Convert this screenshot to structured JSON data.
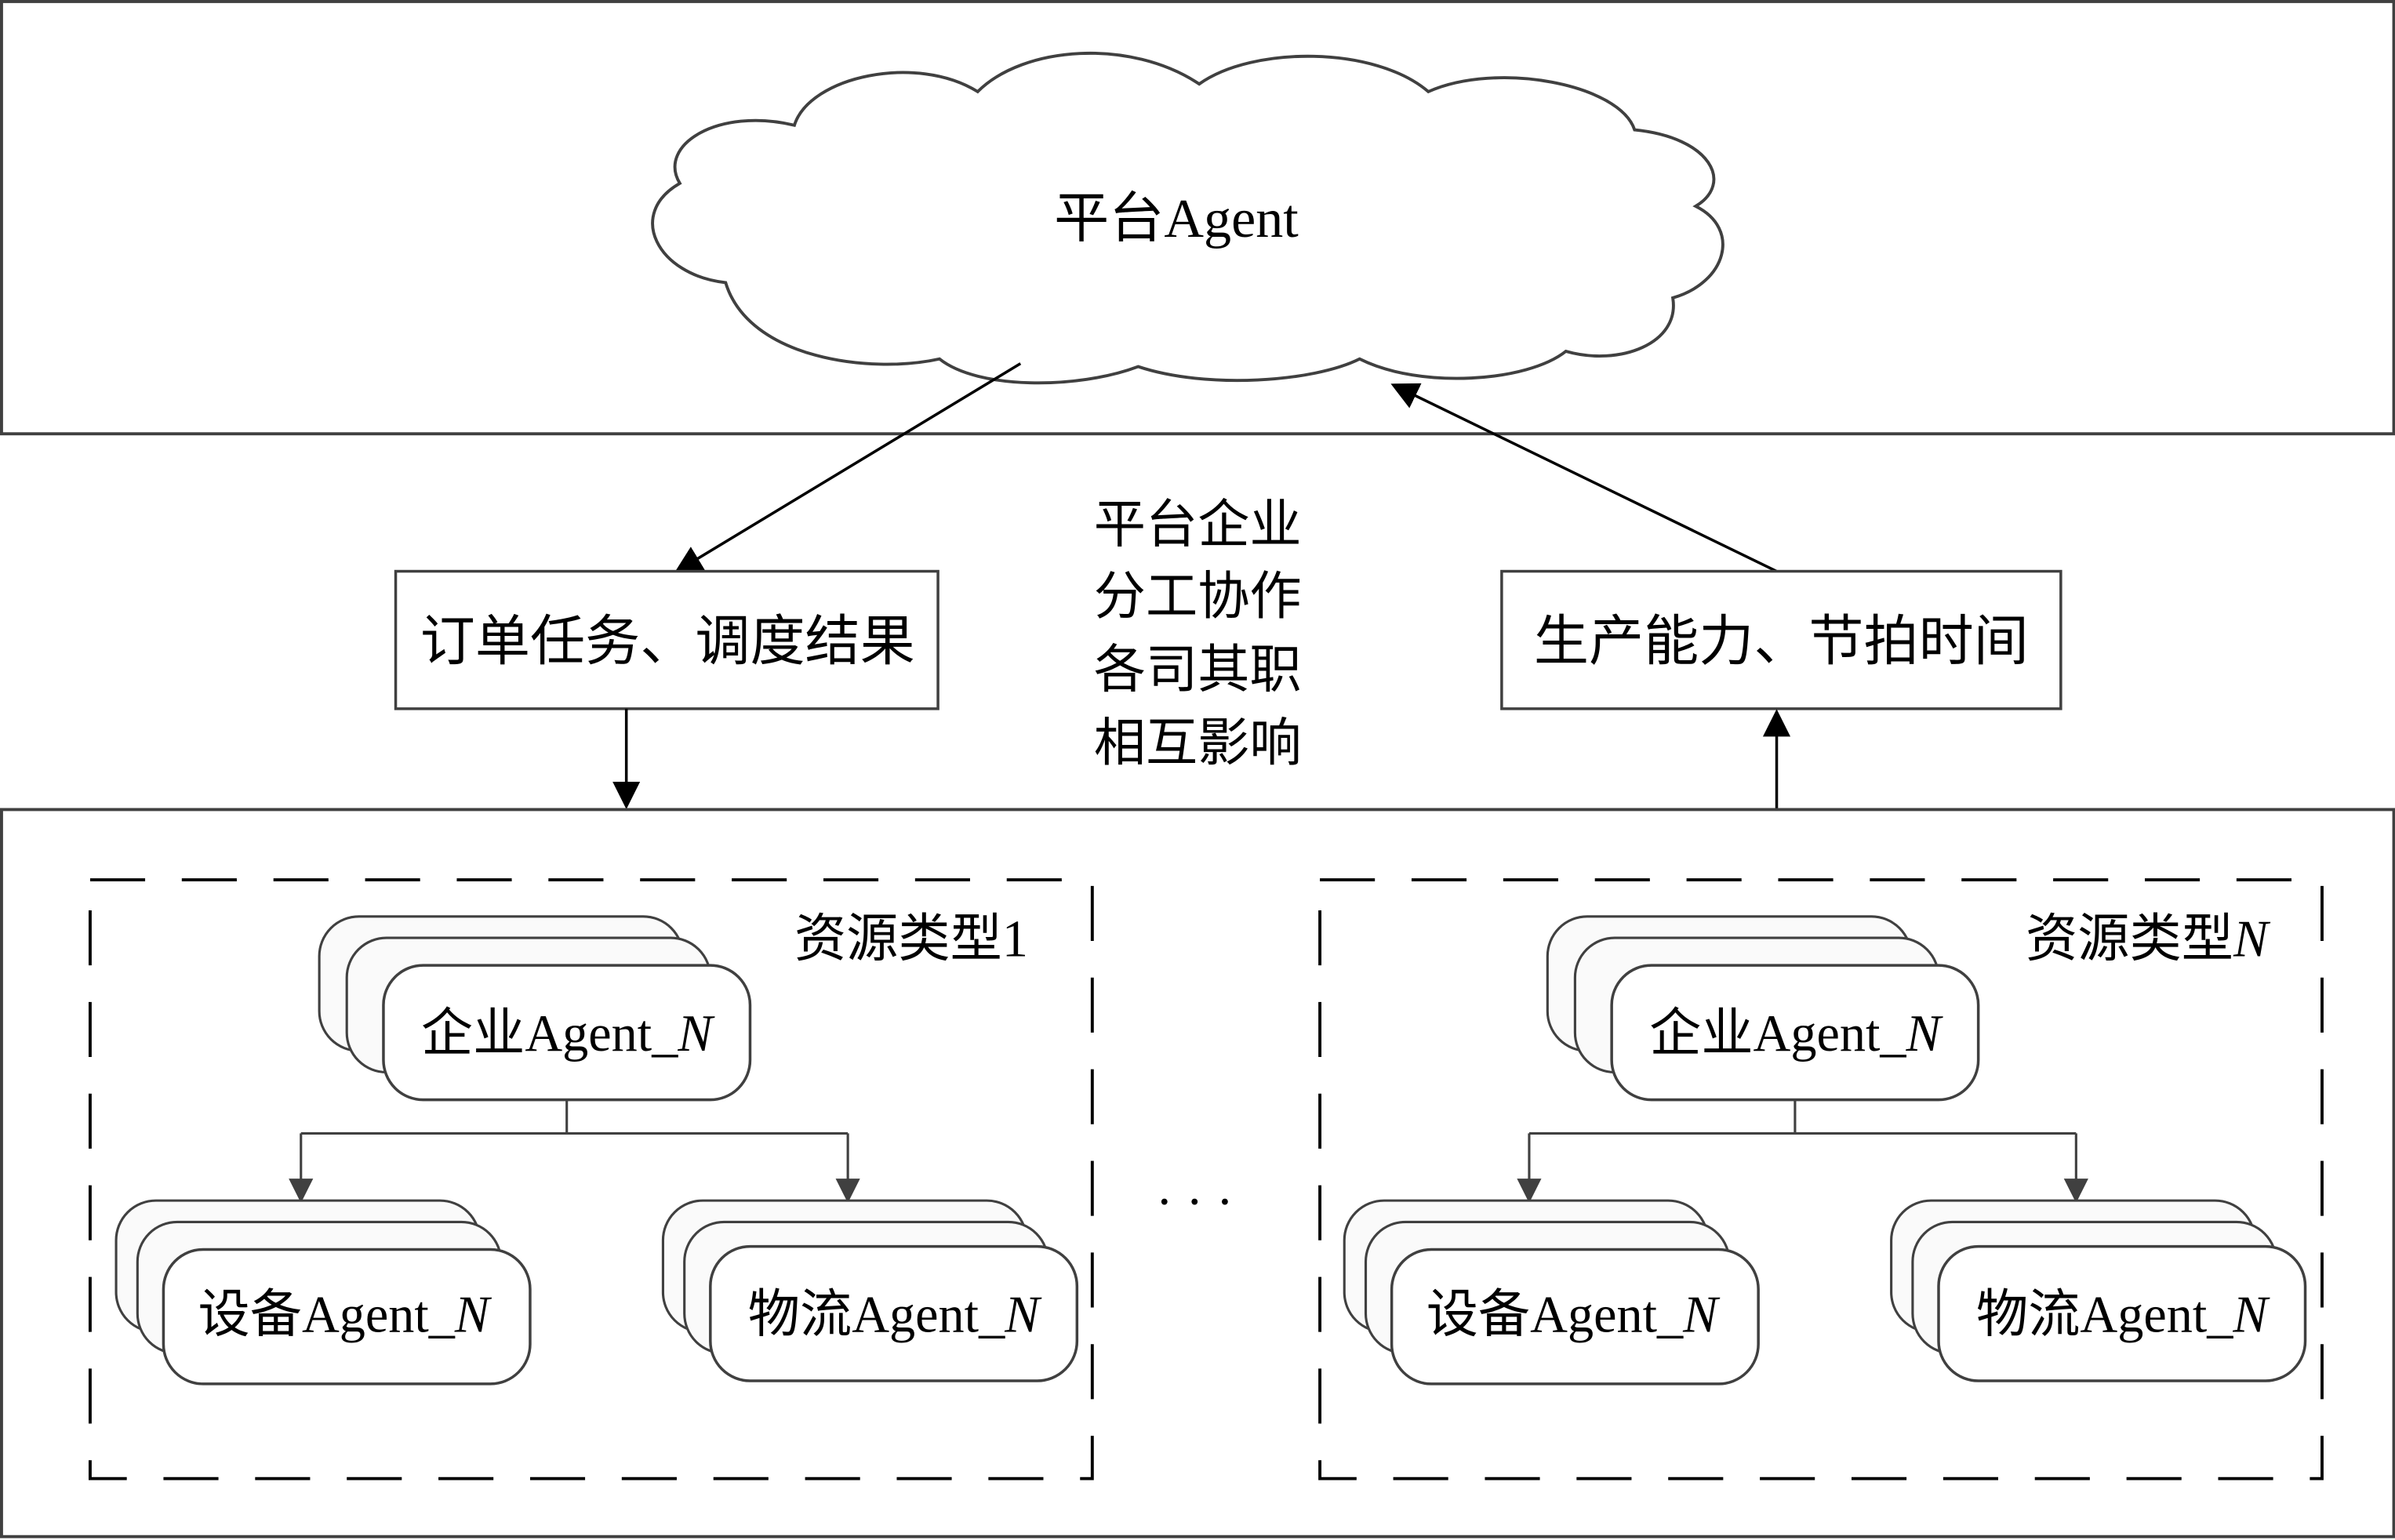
{
  "platform": {
    "label": "平台Agent"
  },
  "flows": {
    "down_label": "订单任务、调度结果",
    "up_label": "生产能力、节拍时间"
  },
  "center_note": {
    "lines": [
      "平台企业",
      "分工协作",
      "各司其职",
      "相互影响"
    ]
  },
  "resource_groups": [
    {
      "title_prefix": "资源类型",
      "title_suffix": "1",
      "enterprise": {
        "prefix": "企业Agent_",
        "suffix": "N"
      },
      "equipment": {
        "prefix": "设备Agent_",
        "suffix": "N"
      },
      "logistics": {
        "prefix": "物流Agent_",
        "suffix": "N"
      }
    },
    {
      "title_prefix": "资源类型",
      "title_suffix": "N",
      "enterprise": {
        "prefix": "企业Agent_",
        "suffix": "N"
      },
      "equipment": {
        "prefix": "设备Agent_",
        "suffix": "N"
      },
      "logistics": {
        "prefix": "物流Agent_",
        "suffix": "N"
      }
    }
  ],
  "ellipsis": "· · ·"
}
